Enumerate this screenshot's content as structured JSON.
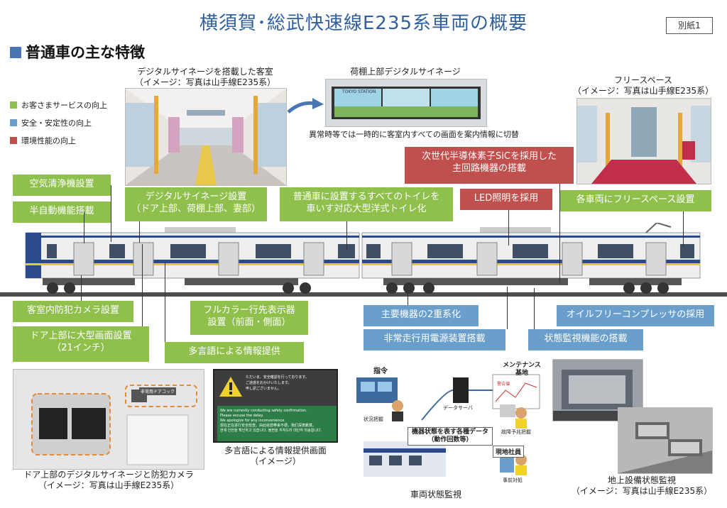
{
  "header": {
    "title": "横須賀･総武快速線E235系車両の概要",
    "badge": "別紙1"
  },
  "section_title": "普通車の主な特徴",
  "legend": [
    {
      "label": "お客さまサービスの向上",
      "color": "#8fc04c"
    },
    {
      "label": "安全・安定性の向上",
      "color": "#6a9fcc"
    },
    {
      "label": "環境性能の向上",
      "color": "#c0504d"
    }
  ],
  "photos": {
    "cabin_caption_1": "デジタルサイネージを搭載した客室",
    "cabin_caption_2": "（イメージ：写真は山手線E235系）",
    "signage_caption": "荷棚上部デジタルサイネージ",
    "signage_note": "異常時等では一時的に客室内すべての画面を案内情報に切替",
    "signage_screen_text": "TOKYO STATION",
    "freespace_caption_1": "フリースペース",
    "freespace_caption_2": "（イメージ：写真は山手線E235系）"
  },
  "features": {
    "air_purifier": "空気清浄機設置",
    "semi_auto": "半自動機能搭載",
    "signage_line1": "デジタルサイネージ設置",
    "signage_line2": "（ドア上部、荷棚上部、妻部）",
    "toilet_line1": "普通車に設置するすべてのトイレを",
    "toilet_line2": "車いす対応大型洋式トイレ化",
    "sic_line1": "次世代半導体素子SiCを採用した",
    "sic_line2": "主回路機器の搭載",
    "led": "LED照明を採用",
    "free_space": "各車両にフリースペース設置",
    "camera": "客室内防犯カメラ設置",
    "door_screen_line1": "ドア上部に大型画面設置",
    "door_screen_line2": "（21インチ）",
    "fullcolor_line1": "フルカラー行先表示器",
    "fullcolor_line2": "設置（前面・側面）",
    "multilang": "多言語による情報提供",
    "dual": "主要機器の2重系化",
    "oilfree": "オイルフリーコンプレッサの採用",
    "emergency_power": "非常走行用電源装置搭載",
    "monitoring": "状態監視機能の搭載"
  },
  "bottom": {
    "door_caption_1": "ドア上部のデジタルサイネージと防犯カメラ",
    "door_caption_2": "（イメージ：写真は山手線E235系）",
    "sticker_text": "非常用ドアコック",
    "multilang_caption_1": "多言語による情報提供画面",
    "multilang_caption_2": "（イメージ）",
    "multilang_jp_1": "ただいま、安全確認を行っております。",
    "multilang_jp_2": "ご迷惑をおかけいたします。",
    "multilang_jp_3": "申し訳ございません。",
    "multilang_en_1": "We are currently conducting safety confirmation.",
    "multilang_en_2": "Please excuse the delay.",
    "multilang_en_3": "We apologize for any inconvenience.",
    "multilang_cn": "现在正在进行安全检查。由此给您带来不便，我们深表歉意。",
    "multilang_kr": "현재 안전을 확인하고 있습니다. 불편을 끼쳐드려 대단히 죄송합니다.",
    "diagram_caption": "車両状態監視",
    "diag_command": "指令",
    "diag_maintenance_1": "メンテナンス",
    "diag_maintenance_2": "基地",
    "diag_data_server": "データサーバ",
    "diag_situation": "状況把握",
    "diag_failure": "故障予兆把握",
    "diag_data_1": "機器状態を表す各種データ",
    "diag_data_2": "（動作回数等）",
    "diag_staff": "現地社員",
    "diag_action": "事前対処",
    "diag_warning": "警告値",
    "ground_caption_1": "地上設備状態監視",
    "ground_caption_2": "（イメージ：写真は山手線E235系）"
  }
}
